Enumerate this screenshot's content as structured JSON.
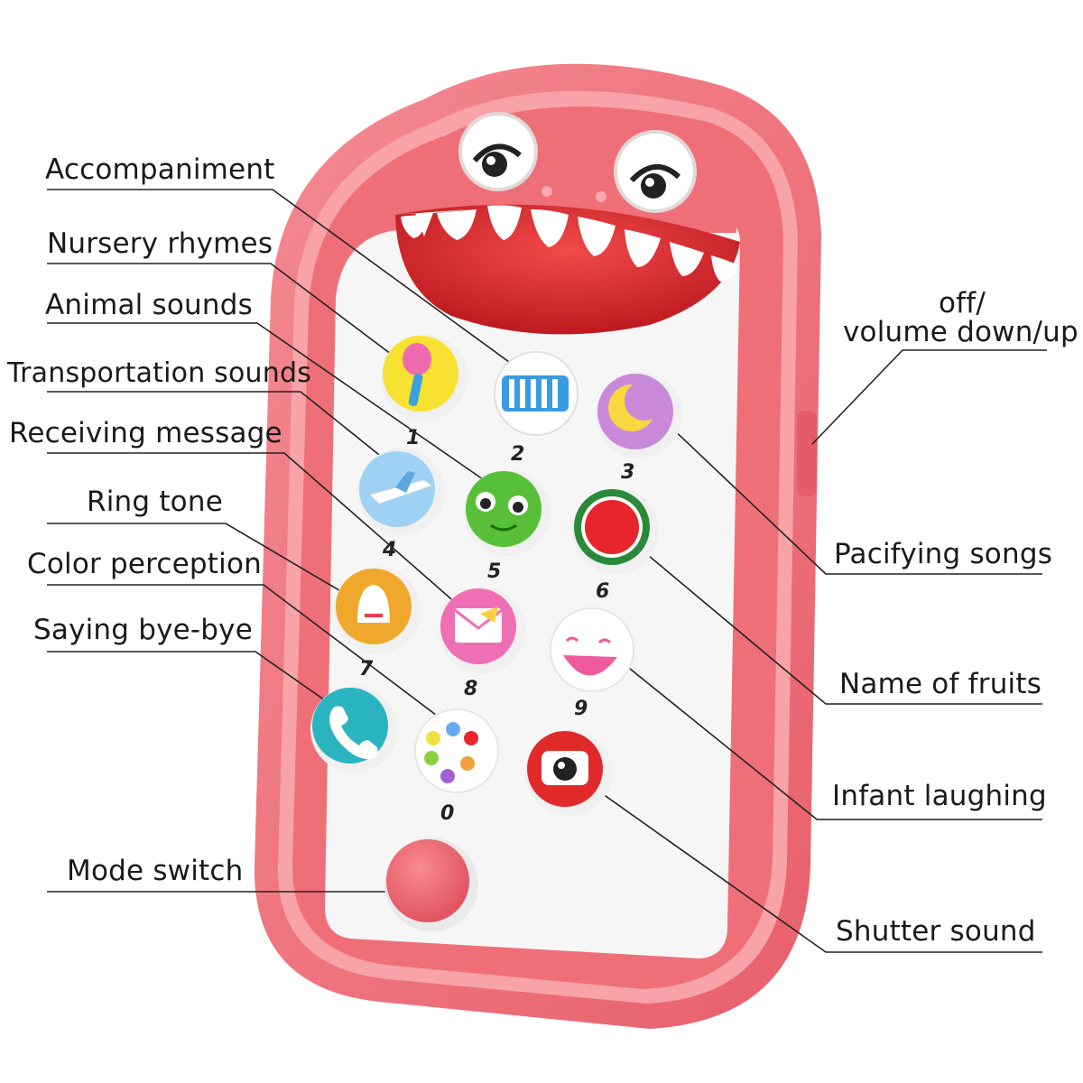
{
  "left_labels": [
    "Accompaniment",
    "Nursery rhymes",
    "Animal sounds",
    "Transportation sounds",
    "Receiving message",
    "Ring tone",
    "Color perception",
    "Saying bye-bye",
    "Mode switch"
  ],
  "right_labels": {
    "power_line1": "off/",
    "power_line2": "volume down/up",
    "pacifying": "Pacifying songs",
    "fruits": "Name of fruits",
    "laughing": "Infant laughing",
    "shutter": "Shutter sound"
  },
  "key_numbers": [
    "1",
    "2",
    "3",
    "4",
    "5",
    "6",
    "7",
    "8",
    "9",
    "0"
  ],
  "colors": {
    "shell": "#f0707a",
    "shell_dark": "#e05a66",
    "screen": "#f6f6f6",
    "mouth": "#d8242a",
    "text": "#1a1a1a"
  }
}
